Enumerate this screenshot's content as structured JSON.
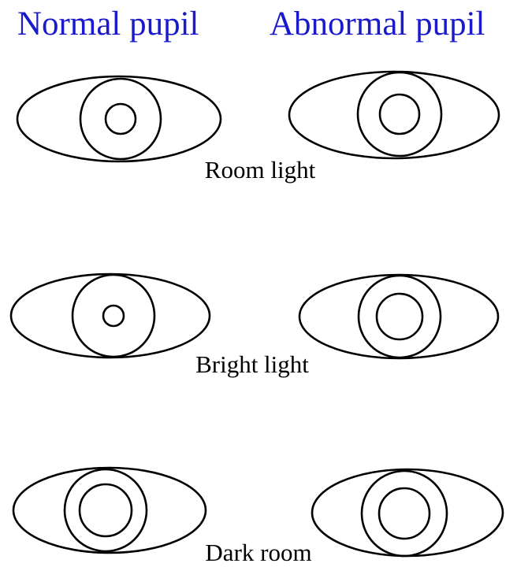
{
  "titles": {
    "normal": "Normal pupil",
    "abnormal": "Abnormal pupil"
  },
  "conditions": [
    {
      "label": "Room light"
    },
    {
      "label": "Bright light"
    },
    {
      "label": "Dark room"
    }
  ],
  "colors": {
    "title": "#1a1acc",
    "line": "#000000",
    "background": "#ffffff"
  }
}
